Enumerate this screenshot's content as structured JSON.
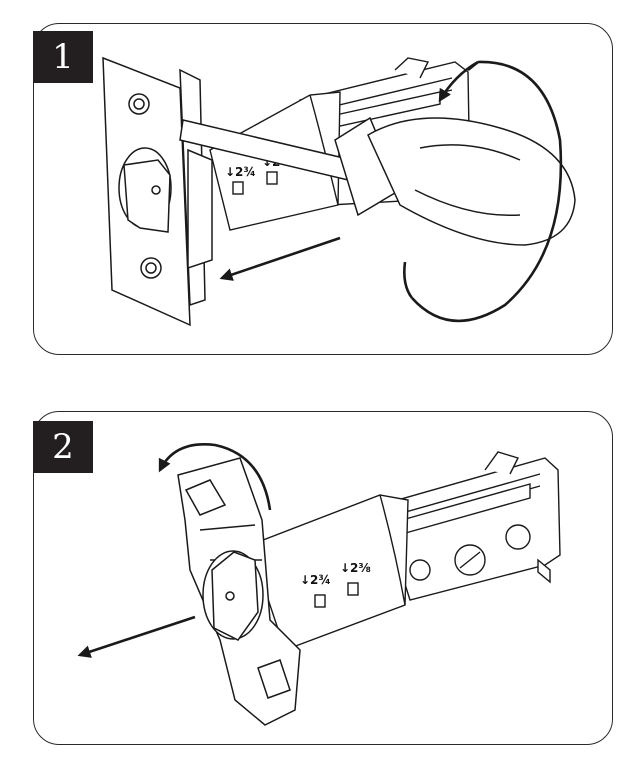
{
  "steps": [
    {
      "number": "1",
      "markings": [
        "↓2¾",
        "↓2"
      ]
    },
    {
      "number": "2",
      "markings": [
        "↓2¾",
        "↓2⅜"
      ]
    }
  ],
  "icons": [
    "screwdriver-icon",
    "faceplate-icon",
    "latch-body-icon",
    "rotation-arrow-icon",
    "pull-arrow-icon"
  ],
  "colors": {
    "ink": "#1a1a1a",
    "badge": "#231f20",
    "paper": "#ffffff"
  }
}
